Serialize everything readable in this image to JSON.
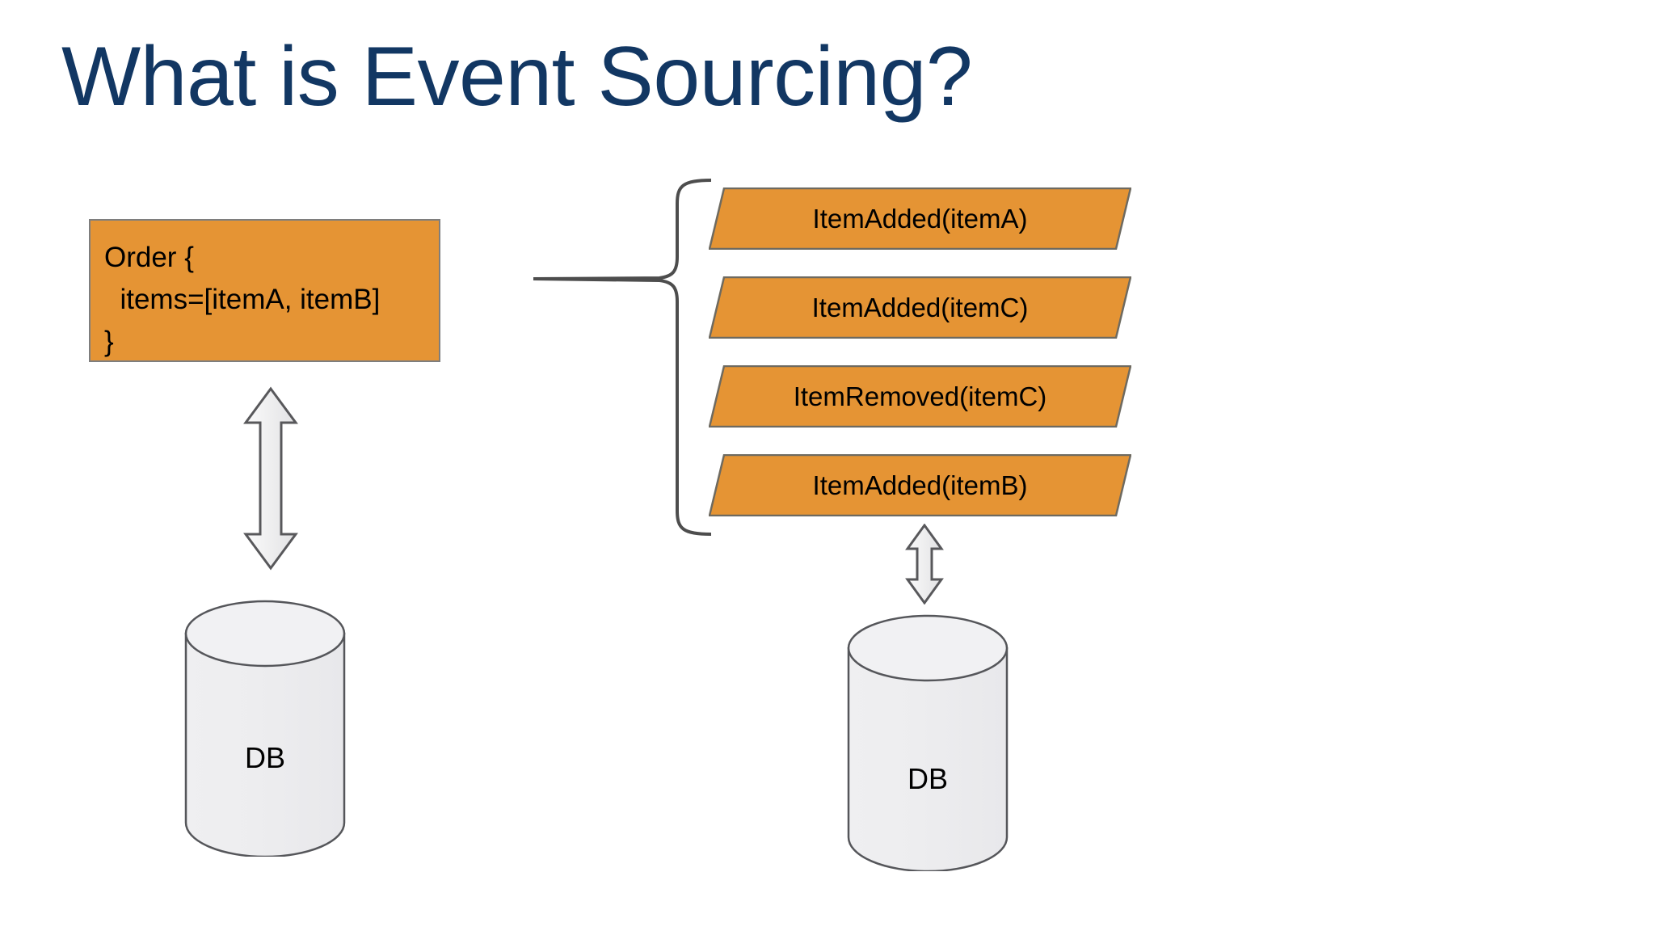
{
  "slide": {
    "title": "What is Event Sourcing?",
    "background_color": "#ffffff",
    "title_color": "#123763",
    "accent_color": "#E59434",
    "outline_color": "#7E7E7E"
  },
  "order_box": {
    "line_1": "Order {",
    "line_2": "  items=[itemA, itemB]",
    "line_3": "}",
    "fill_color": "#E59434"
  },
  "events": [
    {
      "label": "ItemAdded(itemA)"
    },
    {
      "label": "ItemAdded(itemC)"
    },
    {
      "label": "ItemRemoved(itemC)"
    },
    {
      "label": "ItemAdded(itemB)"
    }
  ],
  "databases": {
    "left": {
      "label": "DB"
    },
    "right": {
      "label": "DB"
    }
  },
  "connectors": {
    "brace_icon": "curly-brace-icon",
    "order_db_arrow_icon": "double-headed-arrow-icon",
    "events_db_arrow_icon": "double-headed-arrow-icon"
  }
}
